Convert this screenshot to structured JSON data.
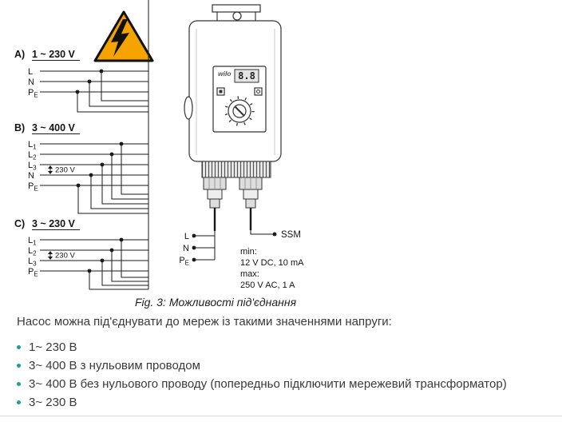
{
  "sections": {
    "a": {
      "prefix": "A)",
      "voltage": "1 ~ 230 V",
      "wires": [
        {
          "m": "L",
          "s": ""
        },
        {
          "m": "N",
          "s": ""
        },
        {
          "m": "P",
          "s": "E"
        }
      ]
    },
    "b": {
      "prefix": "B)",
      "voltage": "3 ~ 400 V",
      "annotation": "230 V",
      "wires": [
        {
          "m": "L",
          "s": "1"
        },
        {
          "m": "L",
          "s": "2"
        },
        {
          "m": "L",
          "s": "3"
        },
        {
          "m": "N",
          "s": ""
        },
        {
          "m": "P",
          "s": "E"
        }
      ]
    },
    "c": {
      "prefix": "C)",
      "voltage": "3 ~ 230 V",
      "annotation": "230 V",
      "wires": [
        {
          "m": "L",
          "s": "1"
        },
        {
          "m": "L",
          "s": "2"
        },
        {
          "m": "L",
          "s": "3"
        },
        {
          "m": "P",
          "s": "E"
        }
      ]
    }
  },
  "device": {
    "brand": "wilo",
    "display": "8.8"
  },
  "connections": {
    "terminals": [
      {
        "m": "L",
        "s": ""
      },
      {
        "m": "N",
        "s": ""
      },
      {
        "m": "P",
        "s": "E"
      }
    ],
    "ssm": "SSM",
    "ratings": {
      "min_label": "min:",
      "min_value": "12 V DC, 10 mA",
      "max_label": "max:",
      "max_value": "250 V AC, 1 A"
    }
  },
  "caption": {
    "fig": "Fig. 3:",
    "title": "Можливості під'єднання"
  },
  "body": {
    "intro": "Насос можна під'єднувати до мереж із такими значеннями напруги:",
    "bullets": [
      "1~ 230 В",
      "3~ 400 В з нульовим проводом",
      "3~ 400 В без нульового проводу (попередньо підключити мережевий трансформатор)",
      "3~ 230 В"
    ]
  },
  "icons": {
    "warning": "high-voltage-lightning-triangle"
  },
  "colors": {
    "warning_fill": "#F5A300",
    "bullet": "#1D9E96",
    "wire": "#1A1A1A"
  }
}
